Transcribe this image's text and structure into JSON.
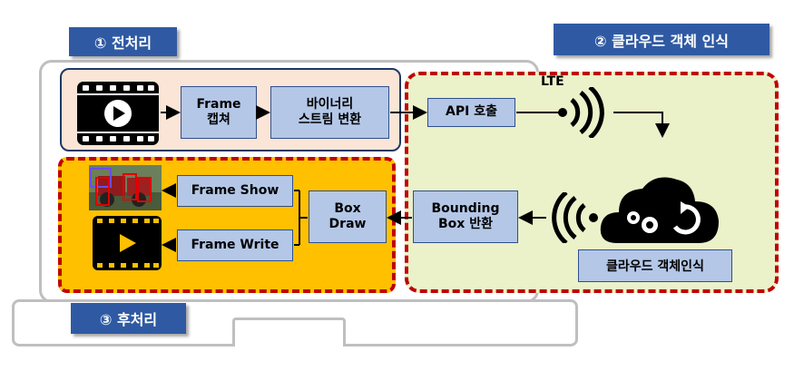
{
  "stages": {
    "preprocess": "① 전처리",
    "cloud": "② 클라우드 객체 인식",
    "postprocess": "③ 후처리"
  },
  "nodes": {
    "frame_capture": [
      "Frame",
      "캡쳐"
    ],
    "binary_stream": [
      "바이너리",
      "스트림 변환"
    ],
    "api_call": "API 호출",
    "bbox_return": [
      "Bounding",
      "Box 반환"
    ],
    "box_draw": [
      "Box",
      "Draw"
    ],
    "frame_show": "Frame Show",
    "frame_write": "Frame Write",
    "cloud_recognition": "클라우드 객체인식"
  },
  "network_label": "LTE",
  "colors": {
    "stage_tab": "#2f5aa3",
    "node_fill": "#b4c7e7",
    "pre_fill": "#fbe5d6",
    "post_fill": "#ffc000",
    "cloud_fill": "#ebf1c9",
    "dashed_border": "#c00000",
    "laptop": "#bfbfbf"
  },
  "icons": [
    "video-icon",
    "detection-thumbnail",
    "wifi-signal-icon",
    "cloud-gear-icon"
  ]
}
